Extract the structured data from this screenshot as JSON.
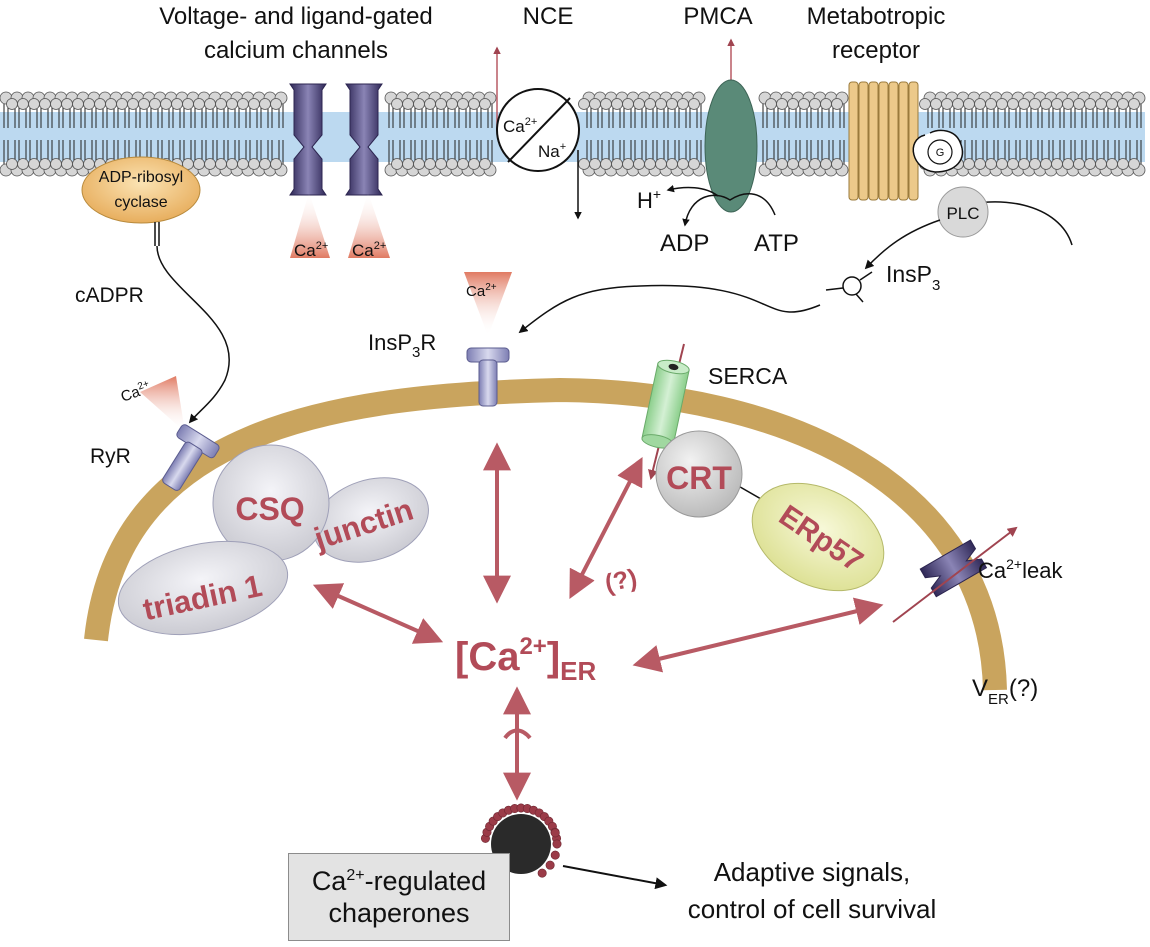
{
  "membrane_labels": {
    "channels": [
      "Voltage- and ligand-gated",
      "calcium channels"
    ],
    "nce": "NCE",
    "pmca": "PMCA",
    "metabotropic": [
      "Metabotropic",
      "receptor"
    ]
  },
  "nce_ions": {
    "ca": "Ca",
    "ca_charge": "2+",
    "na": "Na",
    "na_charge": "+"
  },
  "adp_ribosyl_cyclase": [
    "ADP-ribosyl",
    "cyclase"
  ],
  "g_protein": "G",
  "plc": "PLC",
  "pmca_products": {
    "h": "H",
    "h_charge": "+",
    "adp": "ADP",
    "atp": "ATP"
  },
  "ca_ion": {
    "base": "Ca",
    "charge": "2+"
  },
  "cadpr": "cADPR",
  "insp3": {
    "base": "InsP",
    "sub": "3"
  },
  "insp3r": {
    "base": "InsP",
    "sub": "3",
    "tail": "R"
  },
  "serca": "SERCA",
  "ryr": "RyR",
  "proteins": {
    "csq": "CSQ",
    "junctin": "junctin",
    "triadin": "triadin 1",
    "crt": "CRT",
    "erp57": "ERp57"
  },
  "unknown_mark": "(?)",
  "leak": {
    "base": "Ca",
    "charge": "2+",
    "tail": "leak"
  },
  "ver": {
    "base": "V",
    "sub": "ER",
    "tail": "(?)"
  },
  "ca_er": {
    "open": "[Ca",
    "charge": "2+",
    "close": "]",
    "sub": "ER"
  },
  "chaperones": {
    "base": "Ca",
    "charge": "2+",
    "line1_tail": "-regulated",
    "line2": "chaperones"
  },
  "adaptive": [
    "Adaptive signals,",
    "control of cell survival"
  ],
  "colors": {
    "er_membrane": "#c9a45e",
    "arrow": "#b85a64",
    "channel": "#4a4070",
    "pmca": "#5a8a78",
    "lipid_head": "#d6d6d6",
    "bilayer": "#bcd9f0",
    "receptor": "#ecc98a",
    "cyclase": "#f2c27a",
    "erp57": "#e9ecae",
    "serca": "#a8d8a8"
  }
}
